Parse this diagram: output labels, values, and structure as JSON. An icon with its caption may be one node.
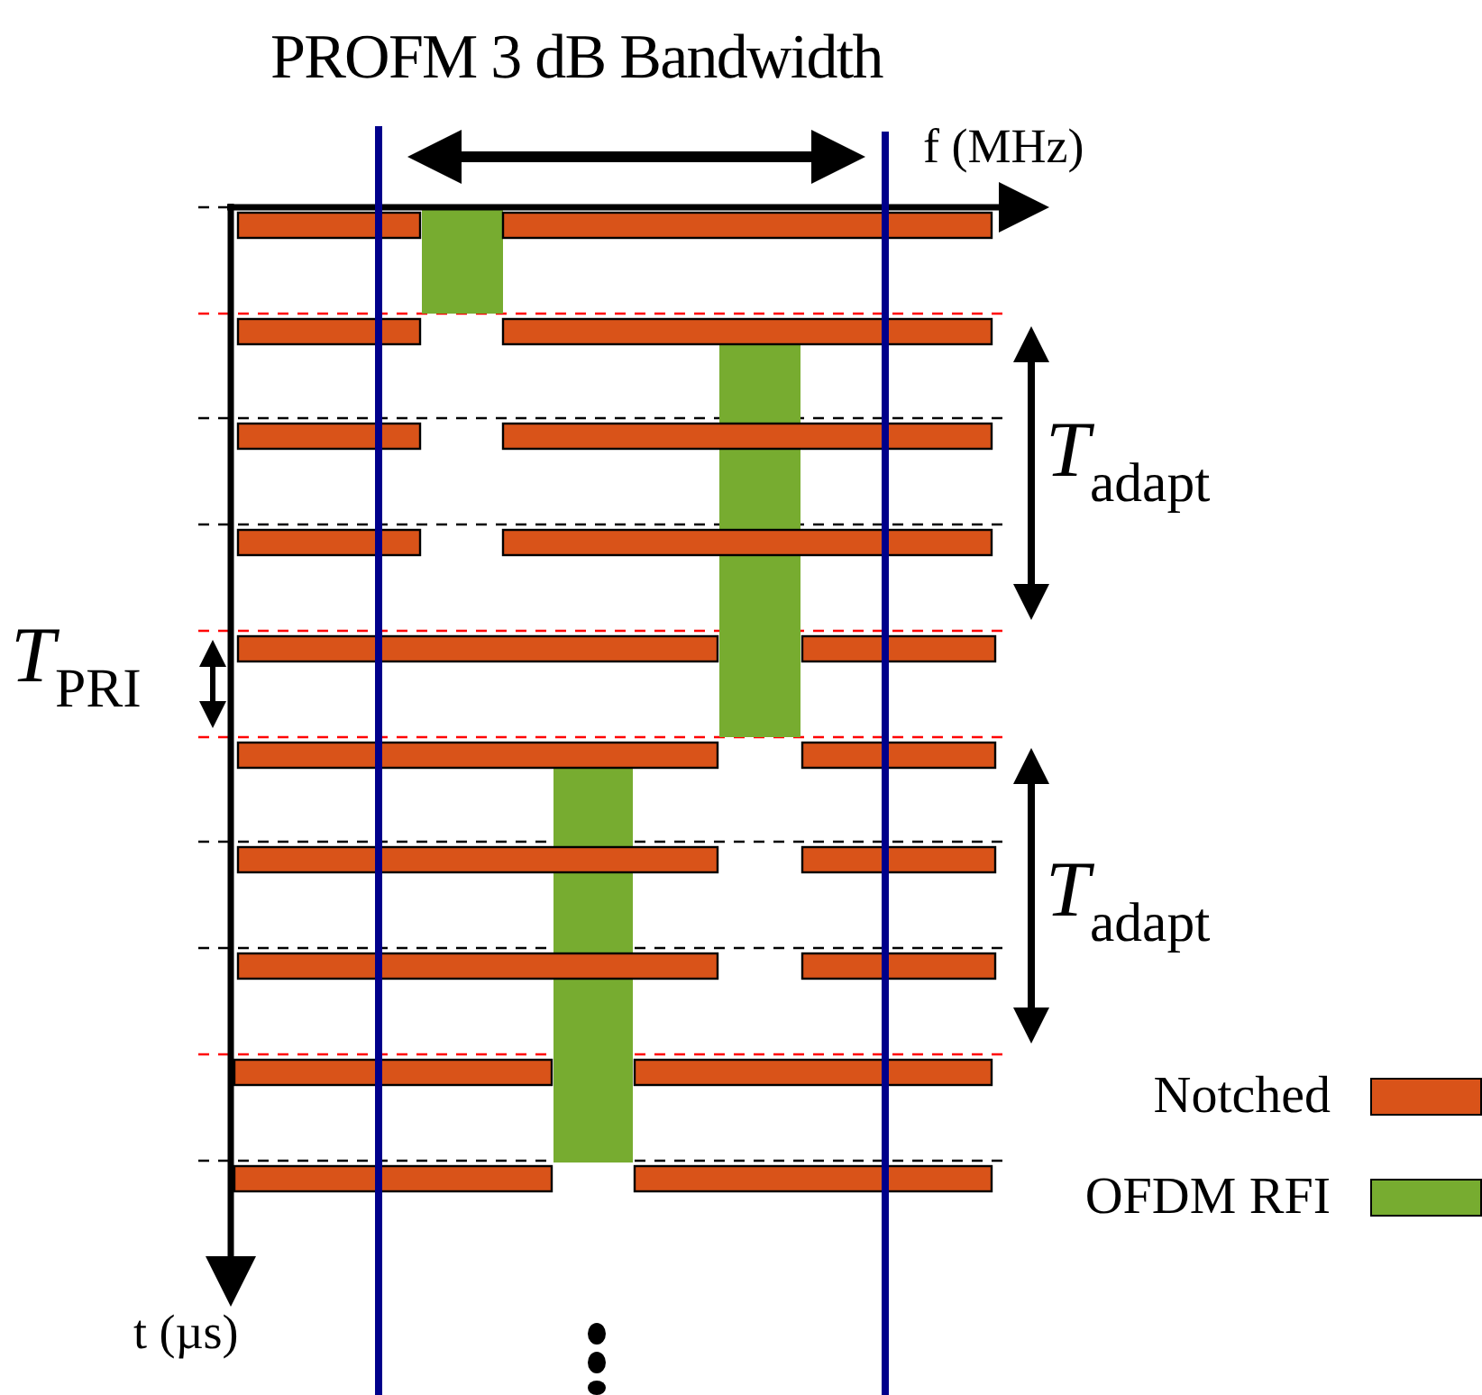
{
  "diagram": {
    "title": "PROFM 3 dB Bandwidth",
    "labels": [
      "f (MHz)",
      "*T*$_{adapt}$",
      "*T*$_{PRI}$",
      "*T*$_{adapt}$",
      "t (µs)"
    ],
    "legend": [
      {
        "text": "Notched",
        "color": "#d95319"
      },
      {
        "text": "OFDM RFI",
        "color": "#77ac30"
      }
    ]
  }
}
